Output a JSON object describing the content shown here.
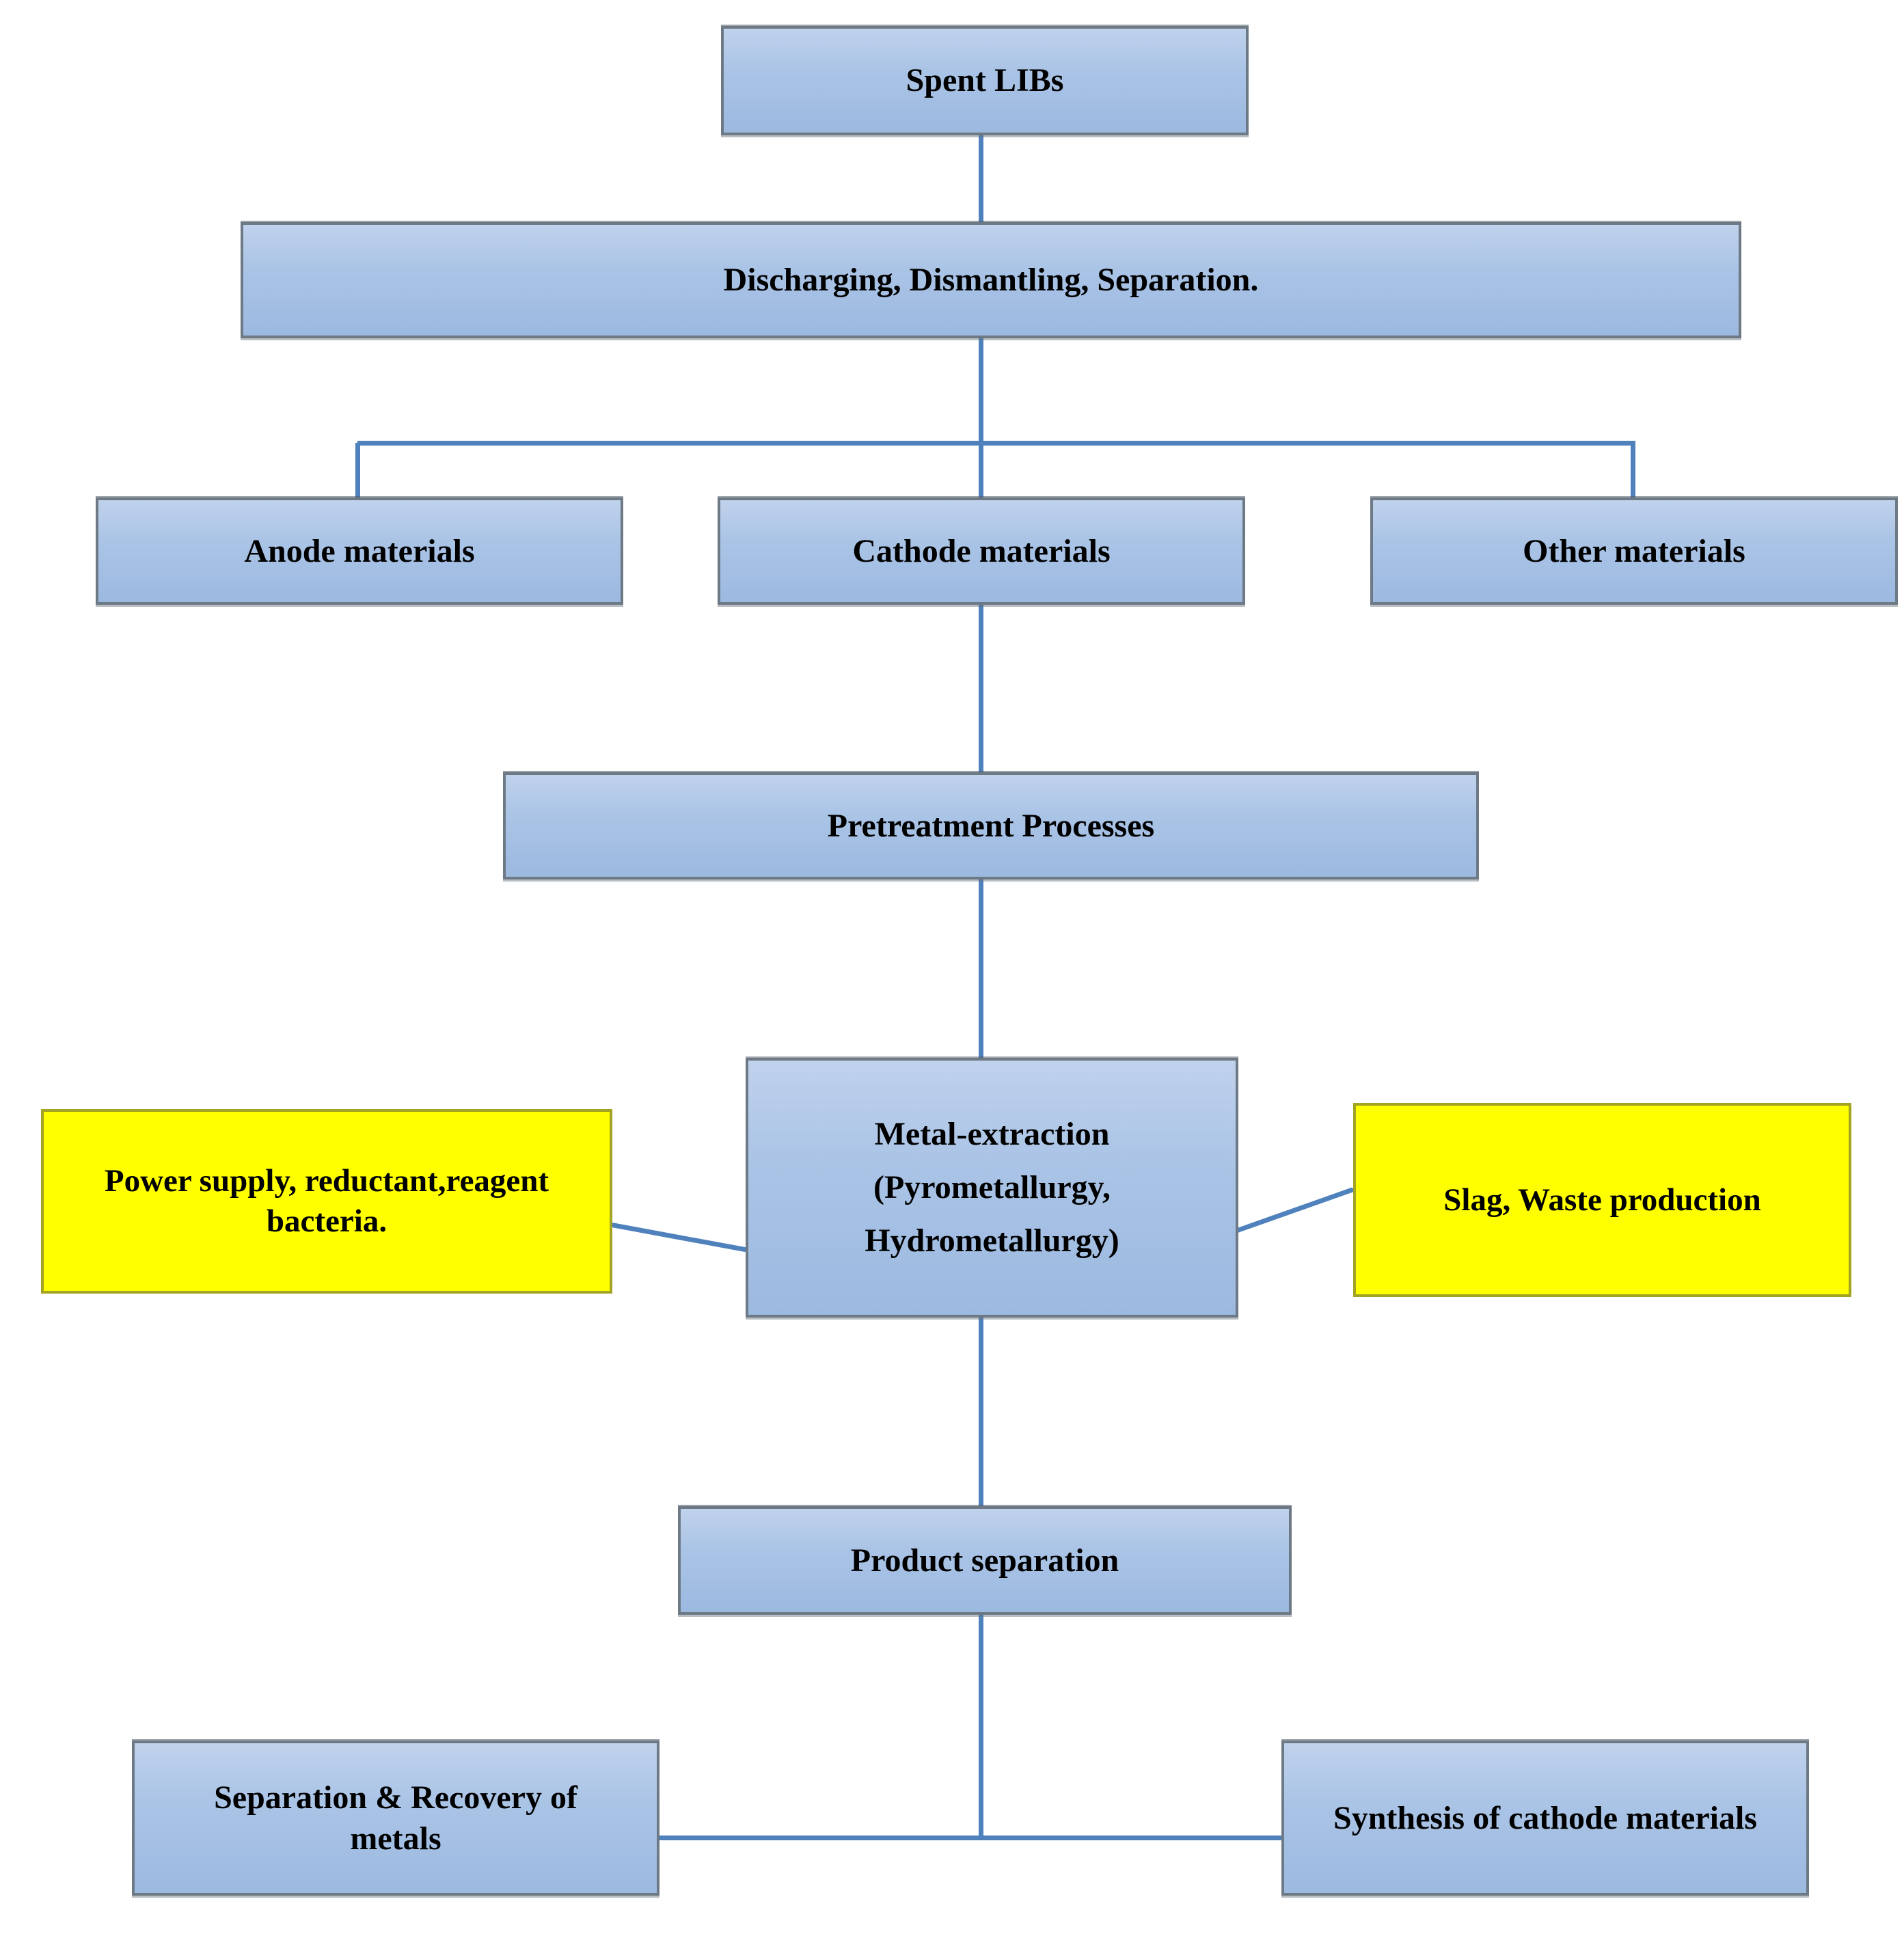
{
  "diagram": {
    "description": "Flowchart of spent lithium-ion battery (LIB) recycling process",
    "colors": {
      "background": "#ffffff",
      "process_box_fill_top": "#c0d2ec",
      "process_box_fill_bottom": "#9cb9e0",
      "process_box_border": "#6d7985",
      "highlight_box_fill": "#ffff00",
      "highlight_box_border": "#a3a324",
      "connector": "#4f81bd",
      "text": "#000000"
    },
    "nodes": {
      "spent_libs": {
        "label": "Spent LIBs"
      },
      "discharging": {
        "label": "Discharging, Dismantling, Separation."
      },
      "anode_materials": {
        "label": "Anode materials"
      },
      "cathode_materials": {
        "label": "Cathode materials"
      },
      "other_materials": {
        "label": "Other materials"
      },
      "pretreatment": {
        "label": "Pretreatment Processes"
      },
      "metal_extraction": {
        "lines": [
          "Metal-extraction",
          "(Pyrometallurgy,",
          "Hydrometallurgy)"
        ]
      },
      "power_supply": {
        "lines": [
          "Power supply, reductant,reagent",
          "bacteria."
        ]
      },
      "slag_waste": {
        "label": "Slag, Waste production"
      },
      "product_separation": {
        "label": "Product separation"
      },
      "separation_recovery": {
        "lines": [
          "Separation & Recovery of",
          "metals"
        ]
      },
      "synthesis_cathode": {
        "label": "Synthesis of cathode materials"
      }
    }
  }
}
